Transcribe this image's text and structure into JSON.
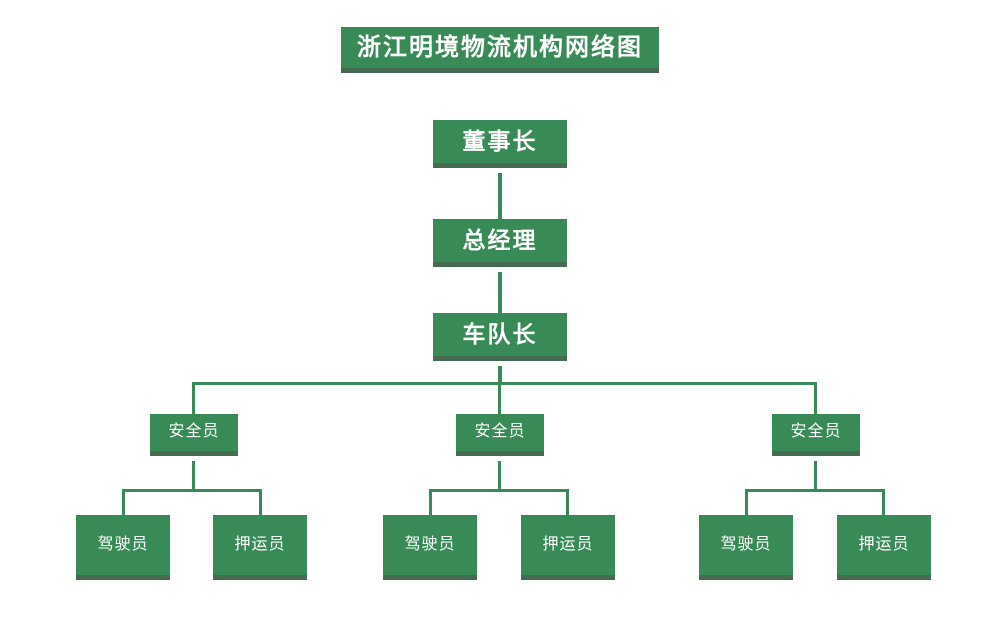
{
  "chart_data": {
    "type": "diagram",
    "subtype": "organization-chart",
    "title": "浙江明境物流机构网络图",
    "orientation": "top-down",
    "colors": {
      "node_fill": "#388b56",
      "node_shadow": "#456b50",
      "node_text": "#ffffff",
      "connector": "#388b56",
      "background": "#ffffff"
    },
    "levels": [
      {
        "level": 1,
        "labels": [
          "董事长"
        ]
      },
      {
        "level": 2,
        "labels": [
          "总经理"
        ]
      },
      {
        "level": 3,
        "labels": [
          "车队长"
        ]
      },
      {
        "level": 4,
        "labels": [
          "安全员",
          "安全员",
          "安全员"
        ]
      },
      {
        "level": 5,
        "labels": [
          "驾驶员",
          "押运员",
          "驾驶员",
          "押运员",
          "驾驶员",
          "押运员"
        ]
      }
    ],
    "edges": [
      {
        "from": "董事长",
        "to": "总经理"
      },
      {
        "from": "总经理",
        "to": "车队长"
      },
      {
        "from": "车队长",
        "to": "安全员-1"
      },
      {
        "from": "车队长",
        "to": "安全员-2"
      },
      {
        "from": "车队长",
        "to": "安全员-3"
      },
      {
        "from": "安全员-1",
        "to": "驾驶员-1"
      },
      {
        "from": "安全员-1",
        "to": "押运员-1"
      },
      {
        "from": "安全员-2",
        "to": "驾驶员-2"
      },
      {
        "from": "安全员-2",
        "to": "押运员-2"
      },
      {
        "from": "安全员-3",
        "to": "驾驶员-3"
      },
      {
        "from": "安全员-3",
        "to": "押运员-3"
      }
    ]
  },
  "title": {
    "text": "浙江明境物流机构网络图"
  },
  "nodes": {
    "chairman": "董事长",
    "general_manager": "总经理",
    "fleet_manager": "车队长",
    "safety_officers": [
      "安全员",
      "安全员",
      "安全员"
    ],
    "staff": [
      "驾驶员",
      "押运员",
      "驾驶员",
      "押运员",
      "驾驶员",
      "押运员"
    ]
  }
}
